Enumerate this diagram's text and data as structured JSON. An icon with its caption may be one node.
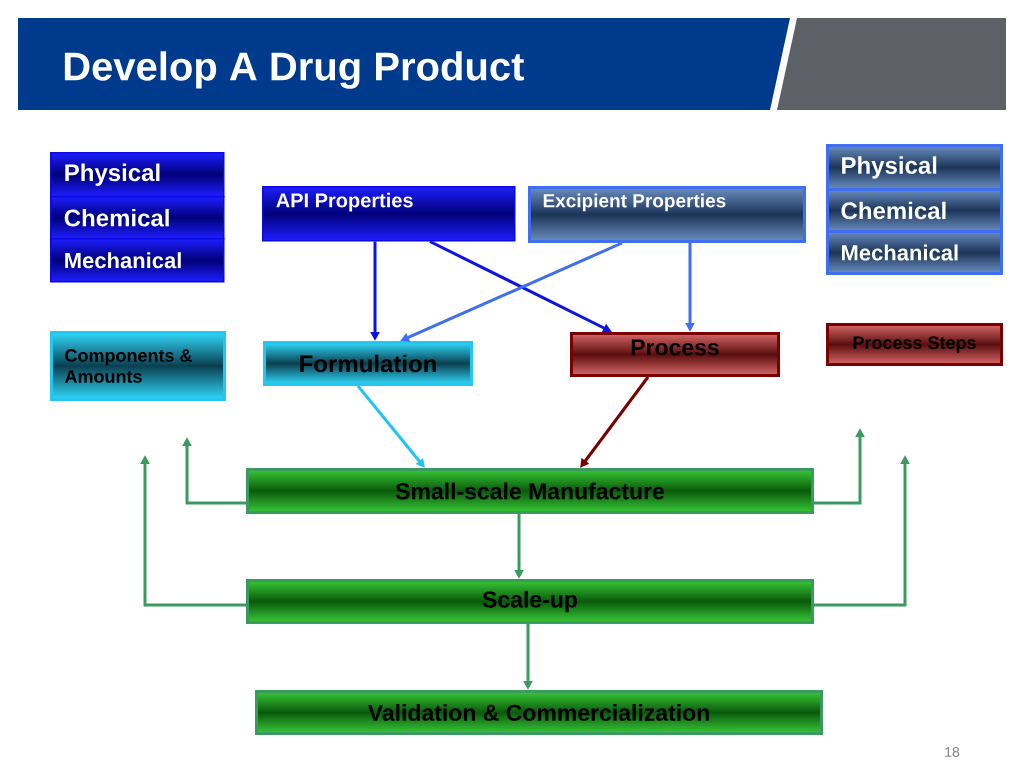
{
  "diagram": {
    "title": "Develop A Drug Product",
    "nodes": [
      {
        "text": [
          "Physical"
        ]
      },
      {
        "text": [
          "Chemical"
        ]
      },
      {
        "text": [
          "Mechanical"
        ]
      },
      {
        "text": [
          "API Properties"
        ]
      },
      {
        "text": [
          "Excipient Properties"
        ]
      },
      {
        "text": [
          "Physical"
        ]
      },
      {
        "text": [
          "Chemical"
        ]
      },
      {
        "text": [
          "Mechanical"
        ]
      },
      {
        "text": [
          "Components & Amounts"
        ]
      },
      {
        "text": [
          "Formulation"
        ]
      },
      {
        "text": [
          "Process"
        ]
      },
      {
        "text": [
          "Process Steps"
        ]
      },
      {
        "text": [
          "Small-scale Manufacture"
        ]
      },
      {
        "text": [
          "Scale-up"
        ]
      },
      {
        "text": [
          "Validation & Commercialization"
        ]
      }
    ],
    "edges": [
      {
        "from": 3,
        "to": 9,
        "arrow": "to",
        "color": "#0a14e6"
      },
      {
        "from": 3,
        "to": 10,
        "arrow": "to",
        "color": "#0a14e6"
      },
      {
        "from": 4,
        "to": 9,
        "arrow": "to",
        "color": "#3f6ff0"
      },
      {
        "from": 4,
        "to": 10,
        "arrow": "to",
        "color": "#3f6ff0"
      },
      {
        "from": 9,
        "to": 12,
        "arrow": "to",
        "color": "#20c4ee"
      },
      {
        "from": 10,
        "to": 12,
        "arrow": "to",
        "color": "#7a0000"
      },
      {
        "from": 12,
        "to": 13,
        "arrow": "to"
      },
      {
        "from": 13,
        "to": 14,
        "arrow": "to"
      },
      {
        "from": 12,
        "to": null,
        "arrow": "to"
      },
      {
        "from": 13,
        "to": null,
        "arrow": "to"
      },
      {
        "from": 12,
        "to": null,
        "arrow": "to"
      },
      {
        "from": 13,
        "to": null,
        "arrow": "to"
      }
    ],
    "labels": [
      "18"
    ]
  }
}
